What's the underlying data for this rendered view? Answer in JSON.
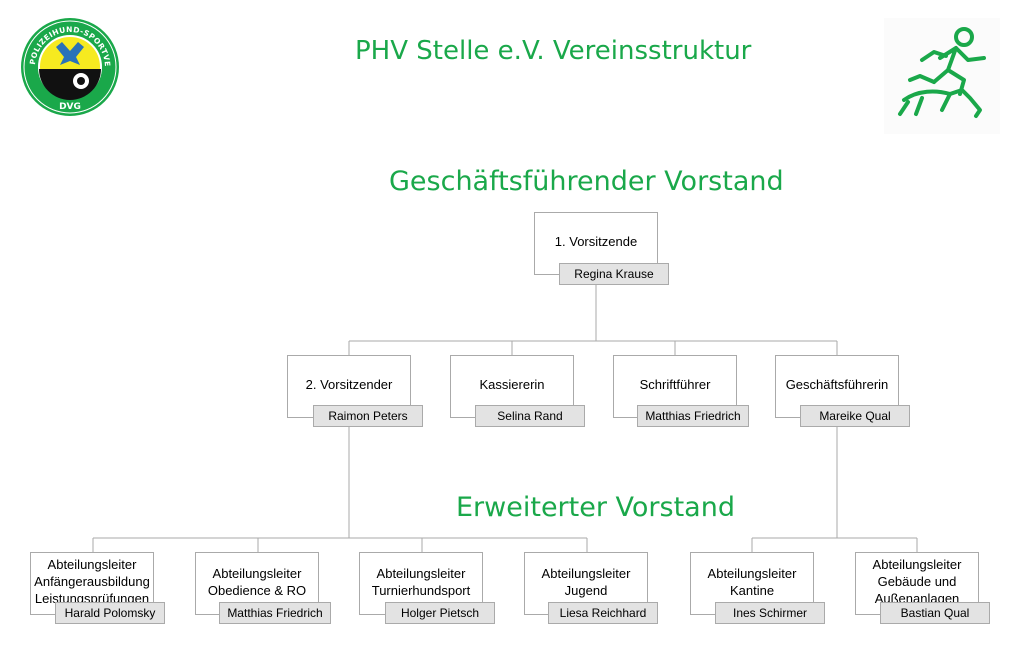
{
  "header": {
    "title": "PHV Stelle e.V. Vereinsstruktur",
    "logo_text_top": "POLIZEIHUND-SPORTVEREIN-STELLE E.V.",
    "logo_text_bottom": "DVG"
  },
  "sections": {
    "executive": "Geschäftsführender Vorstand",
    "extended": "Erweiterter Vorstand"
  },
  "colors": {
    "accent": "#1aa84a",
    "logo_yellow": "#f6ea20",
    "name_bg": "#e3e3e3"
  },
  "org": {
    "chair": {
      "role": "1. Vorsitzende",
      "name": "Regina Krause"
    },
    "executive": [
      {
        "role": "2. Vorsitzender",
        "name": "Raimon Peters"
      },
      {
        "role": "Kassiererin",
        "name": "Selina Rand"
      },
      {
        "role": "Schriftführer",
        "name": "Matthias Friedrich"
      },
      {
        "role": "Geschäftsführerin",
        "name": "Mareike Qual"
      }
    ],
    "extended": [
      {
        "role": "Abteilungsleiter\nAnfängerausbildung\nLeistungsprüfungen",
        "name": "Harald Polomsky"
      },
      {
        "role": "Abteilungsleiter\nObedience & RO",
        "name": "Matthias Friedrich"
      },
      {
        "role": "Abteilungsleiter\nTurnierhundsport",
        "name": "Holger Pietsch"
      },
      {
        "role": "Abteilungsleiter\nJugend",
        "name": "Liesa Reichhard"
      },
      {
        "role": "Abteilungsleiter\nKantine",
        "name": "Ines Schirmer"
      },
      {
        "role": "Abteilungsleiter\nGebäude und\nAußenanlagen",
        "name": "Bastian Qual"
      }
    ]
  },
  "icons": {
    "right_logo": "runner-with-dog-icon"
  }
}
